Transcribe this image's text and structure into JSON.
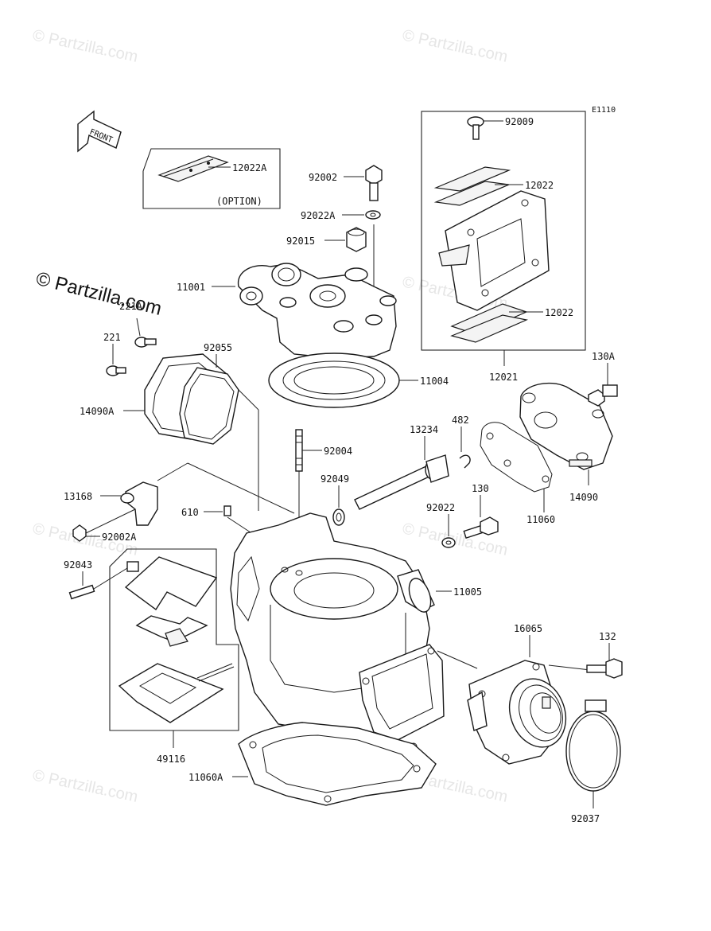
{
  "diagram_code": "E1110",
  "watermark": "© Partzilla.com",
  "front_arrow_label": "FRONT",
  "option_label": "(OPTION)",
  "labels": {
    "p12022A": "12022A",
    "p92009": "92009",
    "p12022_top": "12022",
    "p12022_bot": "12022",
    "p12021": "12021",
    "p92002": "92002",
    "p92022A": "92022A",
    "p92015": "92015",
    "p11001": "11001",
    "p221A": "221A",
    "p221": "221",
    "p92055": "92055",
    "p14090A": "14090A",
    "p11004": "11004",
    "p130A": "130A",
    "p13234": "13234",
    "p482": "482",
    "p92004": "92004",
    "p92049": "92049",
    "p14090": "14090",
    "p13168": "13168",
    "p610": "610",
    "p130": "130",
    "p92022": "92022",
    "p11060": "11060",
    "p92002A": "92002A",
    "p92043": "92043",
    "p11005": "11005",
    "p16065": "16065",
    "p132": "132",
    "p49116": "49116",
    "p11060A": "11060A",
    "p92037": "92037"
  },
  "colors": {
    "line": "#1a1a1a",
    "watermark": "#e6e6e6",
    "background": "#ffffff"
  }
}
